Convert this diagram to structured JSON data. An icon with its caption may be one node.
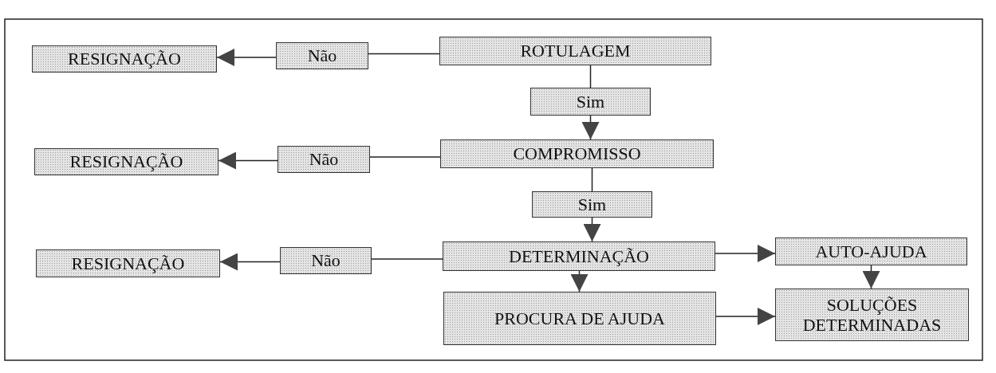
{
  "diagram": {
    "nodes": [
      {
        "text": [
          "RESIGNAÇÃO"
        ]
      },
      {
        "text": [
          "Não"
        ]
      },
      {
        "text": [
          "ROTULAGEM"
        ]
      },
      {
        "text": [
          "Sim"
        ]
      },
      {
        "text": [
          "RESIGNAÇÃO"
        ]
      },
      {
        "text": [
          "Não"
        ]
      },
      {
        "text": [
          "COMPROMISSO"
        ]
      },
      {
        "text": [
          "Sim"
        ]
      },
      {
        "text": [
          "RESIGNAÇÃO"
        ]
      },
      {
        "text": [
          "Não"
        ]
      },
      {
        "text": [
          "DETERMINAÇÃO"
        ]
      },
      {
        "text": [
          "AUTO-AJUDA"
        ]
      },
      {
        "text": [
          "PROCURA DE AJUDA"
        ]
      },
      {
        "text": [
          "SOLUÇÕES DETERMINADAS"
        ]
      }
    ],
    "edges": [
      {
        "from": 2,
        "to": 1,
        "arrow": "none"
      },
      {
        "from": 1,
        "to": 0,
        "arrow": "to"
      },
      {
        "from": 2,
        "to": 3,
        "arrow": "none"
      },
      {
        "from": 3,
        "to": 6,
        "arrow": "to"
      },
      {
        "from": 6,
        "to": 5,
        "arrow": "none"
      },
      {
        "from": 5,
        "to": 4,
        "arrow": "to"
      },
      {
        "from": 6,
        "to": 7,
        "arrow": "none"
      },
      {
        "from": 7,
        "to": 10,
        "arrow": "to"
      },
      {
        "from": 10,
        "to": 9,
        "arrow": "none"
      },
      {
        "from": 9,
        "to": 8,
        "arrow": "to"
      },
      {
        "from": 10,
        "to": 11,
        "arrow": "to"
      },
      {
        "from": 10,
        "to": 12,
        "arrow": "to"
      },
      {
        "from": 11,
        "to": 13,
        "arrow": "to"
      },
      {
        "from": 12,
        "to": 13,
        "arrow": "to"
      }
    ]
  }
}
